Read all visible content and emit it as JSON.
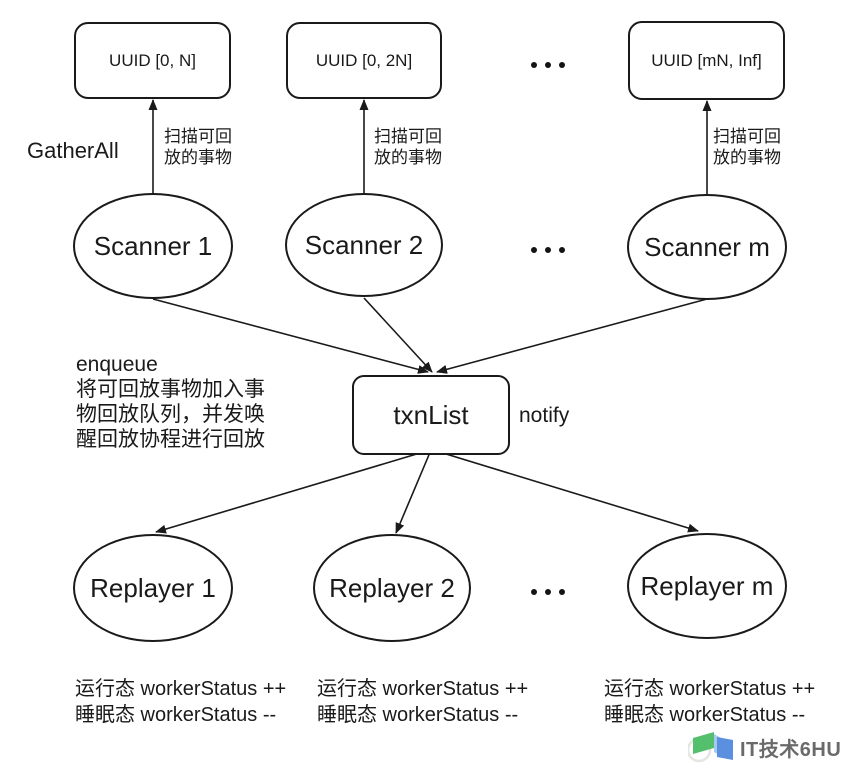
{
  "diagram": {
    "colors": {
      "stroke": "#1a1a1a",
      "background": "#ffffff"
    },
    "gather_all_label": "GatherAll",
    "scan_arrow_label": {
      "line1": "扫描可回",
      "line2": "放的事物"
    },
    "uuid_boxes": [
      {
        "label": "UUID [0, N]"
      },
      {
        "label": "UUID [0, 2N]"
      },
      {
        "label": "UUID [mN, Inf]"
      }
    ],
    "scanners": [
      {
        "label": "Scanner 1"
      },
      {
        "label": "Scanner 2"
      },
      {
        "label": "Scanner m"
      }
    ],
    "txn_box_label": "txnList",
    "notify_label": "notify",
    "enqueue_note": {
      "line1": "enqueue",
      "line2": "将可回放事物加入事",
      "line3": "物回放队列，并发唤",
      "line4": "醒回放协程进行回放"
    },
    "replayers": [
      {
        "label": "Replayer 1"
      },
      {
        "label": "Replayer 2"
      },
      {
        "label": "Replayer m"
      }
    ],
    "worker_status_note": {
      "line1": "运行态 workerStatus ++",
      "line2": "睡眠态 workerStatus --"
    },
    "ellipsis_icon": "..."
  },
  "watermark": {
    "text": "IT技术6HU",
    "icon": "open-book-icon",
    "colors": {
      "green": "#2fb14e",
      "blue": "#3678d8",
      "light_blue": "#8fc0ea",
      "gray_ring": "#c9c4bd",
      "text": "#4a4a4a"
    }
  }
}
